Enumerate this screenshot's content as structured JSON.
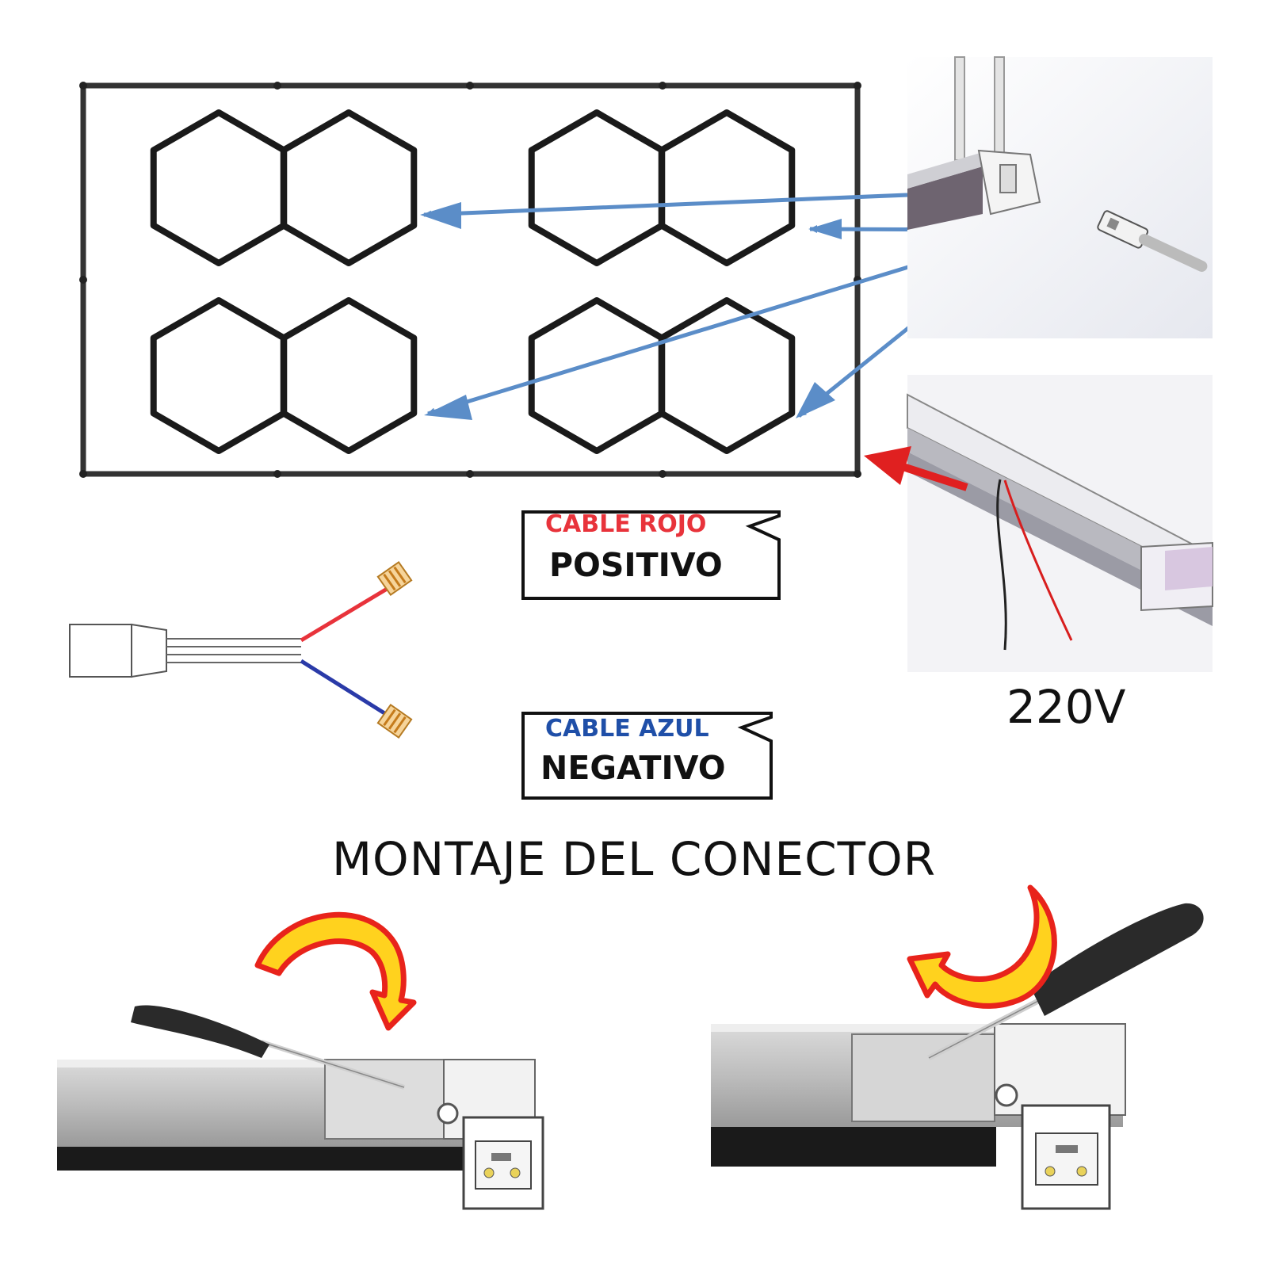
{
  "labels": {
    "red_cable": "CABLE ROJO",
    "positive": "POSITIVO",
    "blue_cable": "CABLE AZUL",
    "negative": "NEGATIVO",
    "voltage": "220V",
    "title": "MONTAJE DEL CONECTOR"
  },
  "colors": {
    "red_cable": "#e8333b",
    "blue_cable": "#1f4fa8",
    "arrow_blue": "#5b8dc8",
    "arrow_red": "#e02020",
    "rotate_arrow_fill": "#ffd21e",
    "rotate_arrow_outline": "#e8231b"
  },
  "icons": {
    "rotate_left_instruction": "curved-arrow-clockwise-icon",
    "rotate_right_instruction": "curved-arrow-counterclockwise-icon",
    "tool": "screwdriver-icon"
  }
}
